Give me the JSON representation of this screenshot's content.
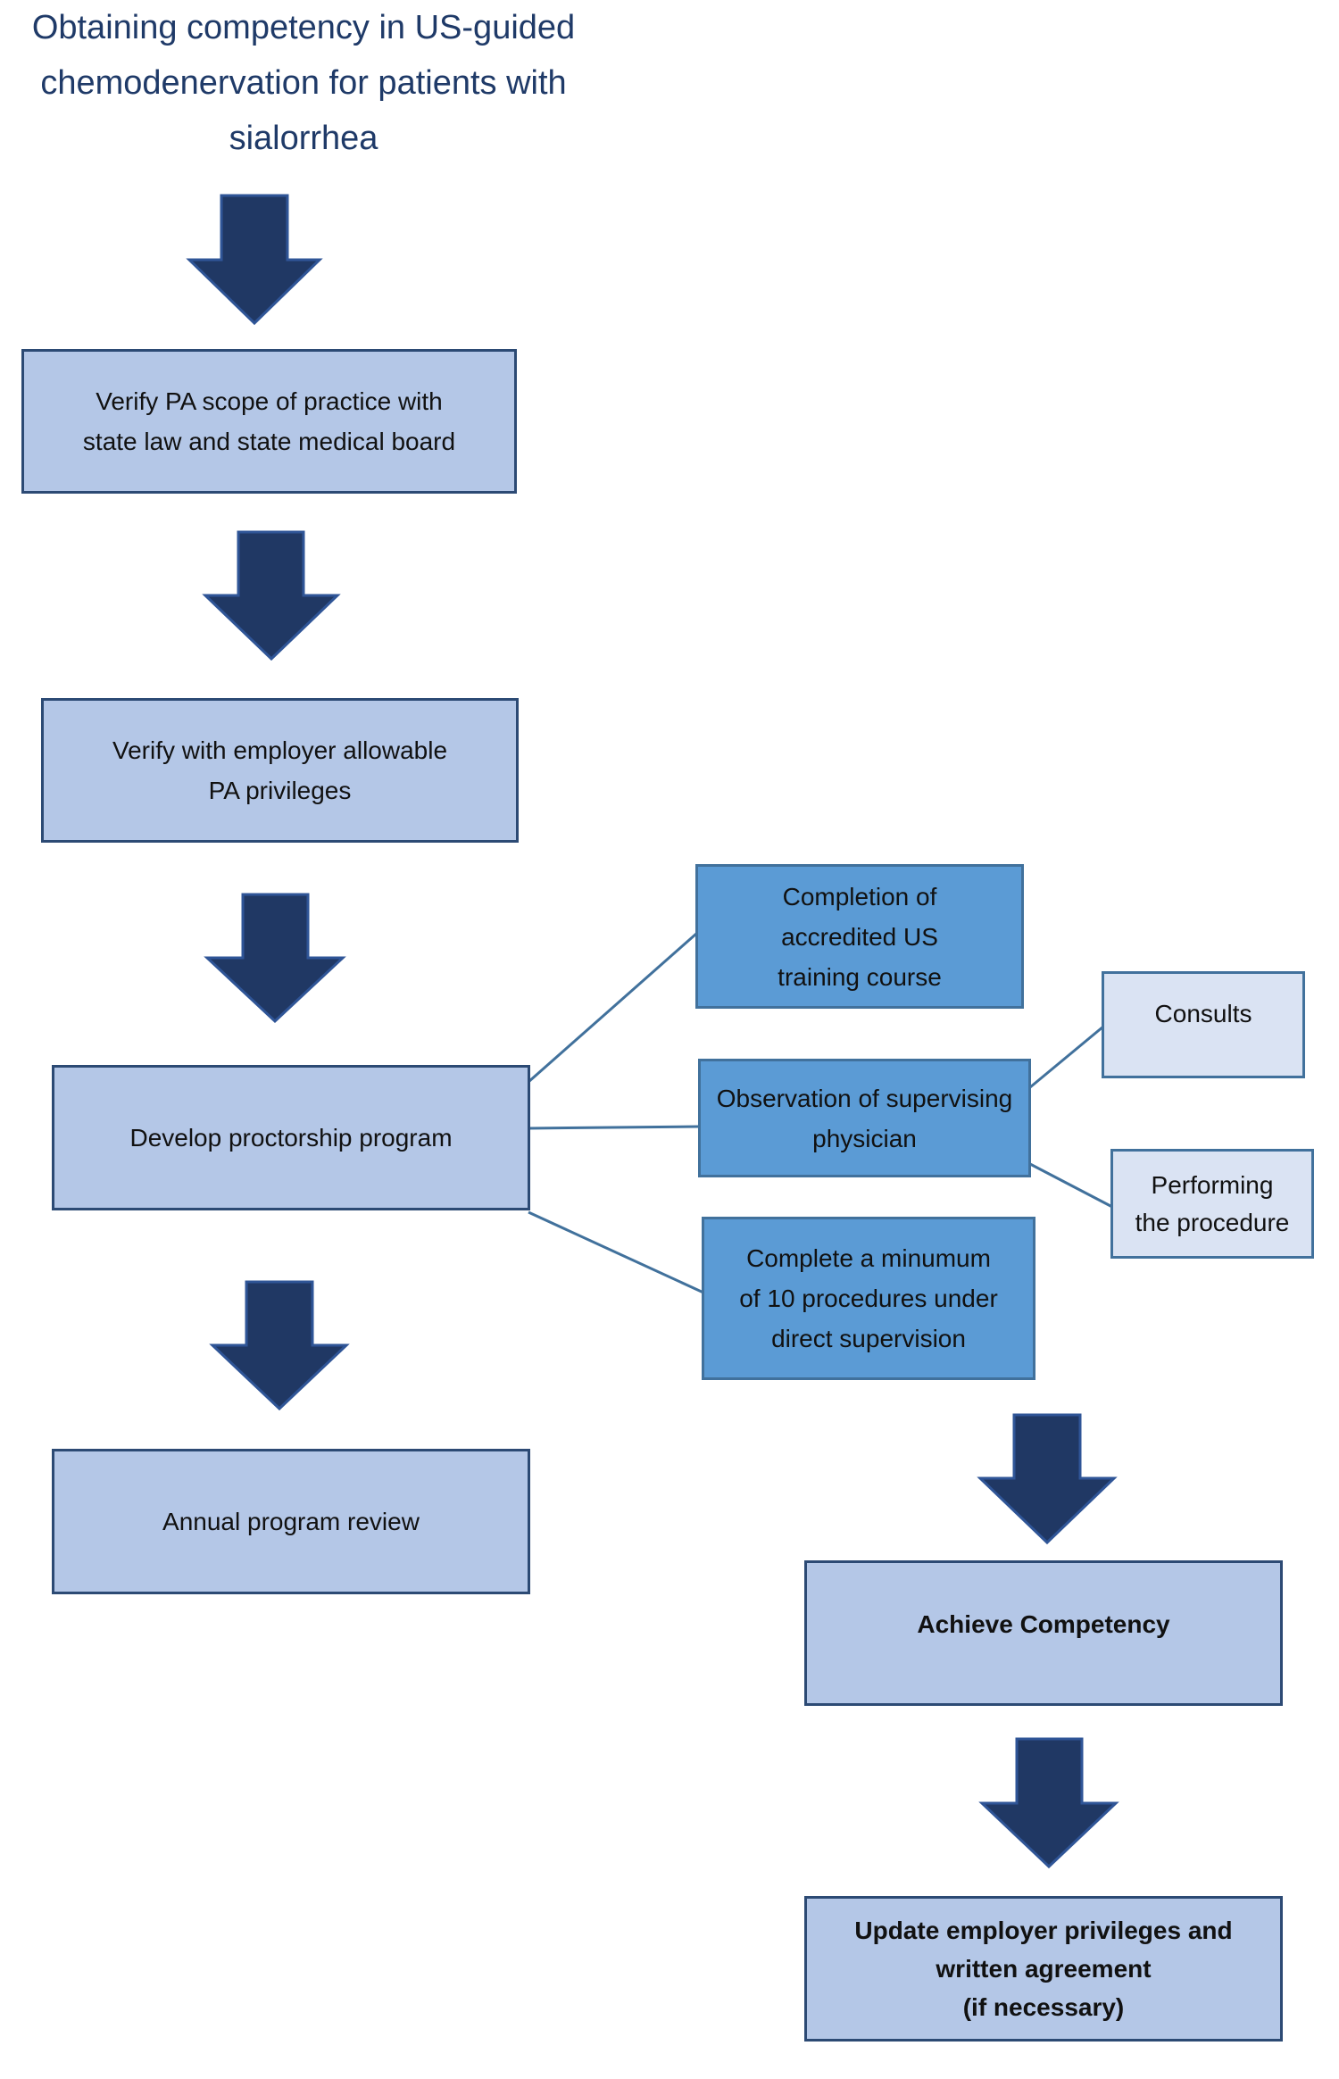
{
  "title": "Obtaining competency in US-guided\nchemodenervation for patients with\nsialorrhea",
  "colors": {
    "arrow": "#203864",
    "box_light": "#b4c7e7",
    "box_mid": "#5b9bd5",
    "box_pale": "#dae3f3",
    "connector": "#41719c"
  },
  "boxes": {
    "verify_scope": "Verify PA scope of practice with\nstate law  and state medical board",
    "verify_employer": "Verify with employer allowable\nPA privileges",
    "develop_proctorship": "Develop proctorship program",
    "annual_review": "Annual program review",
    "completion_course": "Completion  of\naccredited US\ntraining course",
    "observation": "Observation of supervising\nphysician",
    "complete_procedures": "Complete a minumum\nof 10 procedures under\ndirect supervision",
    "consults": "Consults",
    "performing": "Performing\nthe procedure",
    "achieve_competency": "Achieve Competency",
    "update_privileges": "Update employer privileges and\nwritten agreement\n(if necessary)"
  }
}
